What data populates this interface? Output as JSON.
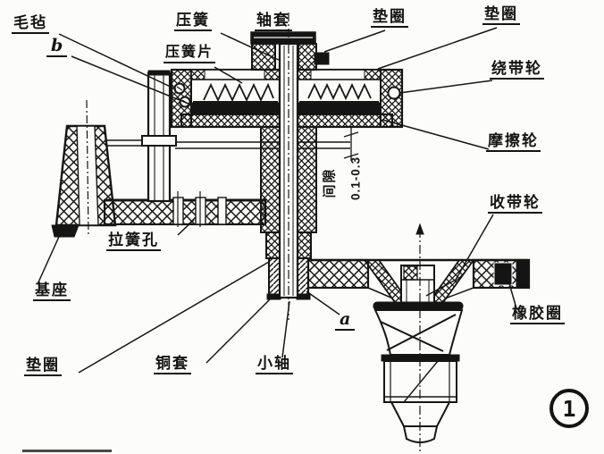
{
  "figure": {
    "description": "Sectional assembly drawing of a take-up wheel / friction clutch mechanism with Chinese part callouts",
    "figure_number": "1",
    "gap_note": {
      "label": "间隙",
      "value": "0.1-0.3"
    },
    "callouts": {
      "felt": "毛毡",
      "point_b": "b",
      "pressure_spring": "压簧",
      "pressure_spring_plate": "压簧片",
      "shaft_sleeve": "轴套",
      "washer_top_1": "垫圈",
      "washer_top_2": "垫圈",
      "winding_belt_wheel": "绕带轮",
      "friction_wheel": "摩擦轮",
      "takeup_wheel": "收带轮",
      "rubber_ring": "橡胶圈",
      "base": "基座",
      "tension_spring_hole": "拉簧孔",
      "washer_bottom": "垫圈",
      "copper_sleeve": "铜套",
      "small_shaft": "小轴",
      "point_a": "a"
    },
    "colors": {
      "ink": "#141414",
      "paper": "#fcfcfa"
    }
  }
}
